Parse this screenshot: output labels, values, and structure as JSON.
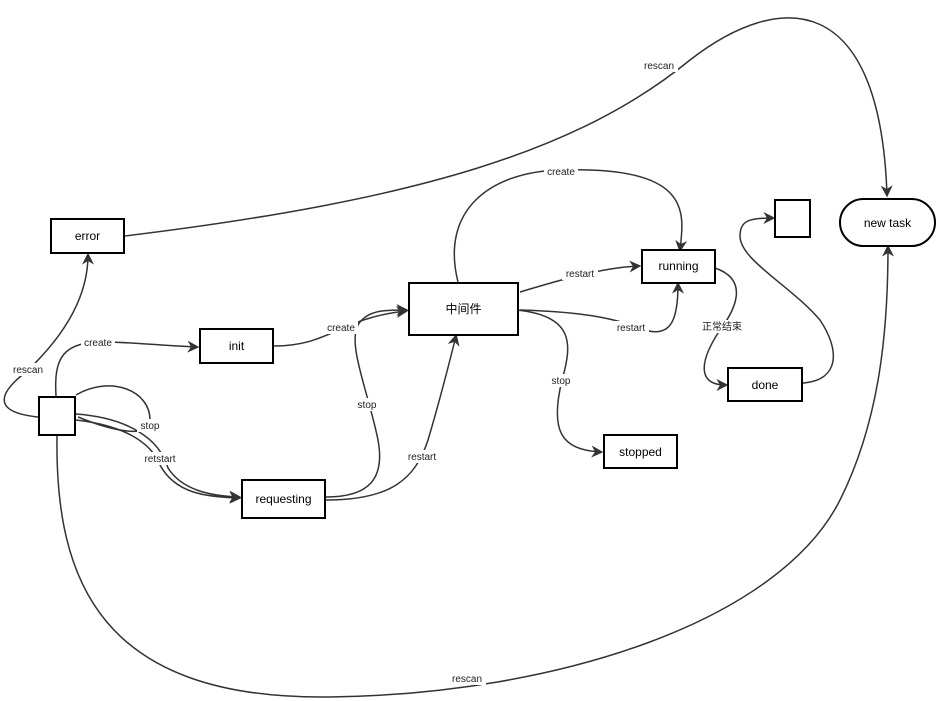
{
  "diagram": {
    "nodes": {
      "error": "error",
      "init": "init",
      "requesting": "requesting",
      "middleware": "中间件",
      "running": "running",
      "stopped": "stopped",
      "done": "done",
      "new_task": "new task",
      "blank_start": "",
      "blank_end": ""
    },
    "edges": {
      "rescan_error_newtask": "rescan",
      "create_middleware_running": "create",
      "restart_middleware_running_top": "restart",
      "restart_middleware_running_bottom": "restart",
      "create_start_init": "create",
      "create_init_middleware": "create",
      "rescan_start_error": "rescan",
      "stop_start_loop": "stop",
      "retstart_start_requesting": "retstart",
      "stop_requesting_middleware": "stop",
      "restart_requesting_middleware": "restart",
      "stop_middleware_stopped": "stop",
      "normal_end_running_done": "正常结束",
      "rescan_start_newtask": "rescan"
    }
  }
}
